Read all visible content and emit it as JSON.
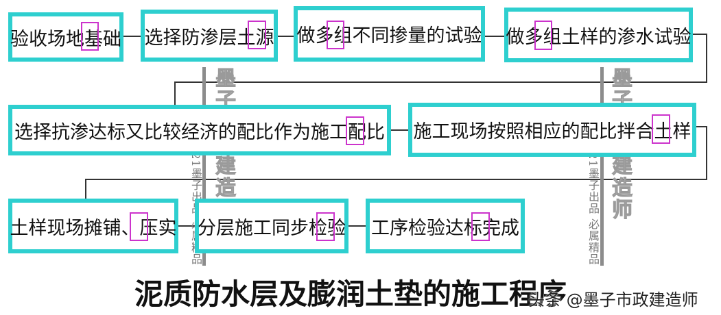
{
  "steps": [
    "验收场地基础",
    "选择防渗层土源",
    "做多组不同掺量的试验",
    "做多组土样的渗水试验",
    "选择抗渗达标又比较经济的配比作为施工配比",
    "施工现场按照相应的配比拌合土样",
    "土样现场摊铺、压实",
    "分层施工同步检验",
    "工序检验达标完成"
  ],
  "watermark": {
    "main": "墨子市政建造师",
    "sub": "2021墨子出品 必属精品"
  },
  "title": "泥质防水层及膨润土垫的施工程序",
  "credit": "头条 @墨子市政建造师",
  "colors": {
    "box_border": "#2ecfcf",
    "highlight": "#cc33cc",
    "line": "#333333"
  }
}
